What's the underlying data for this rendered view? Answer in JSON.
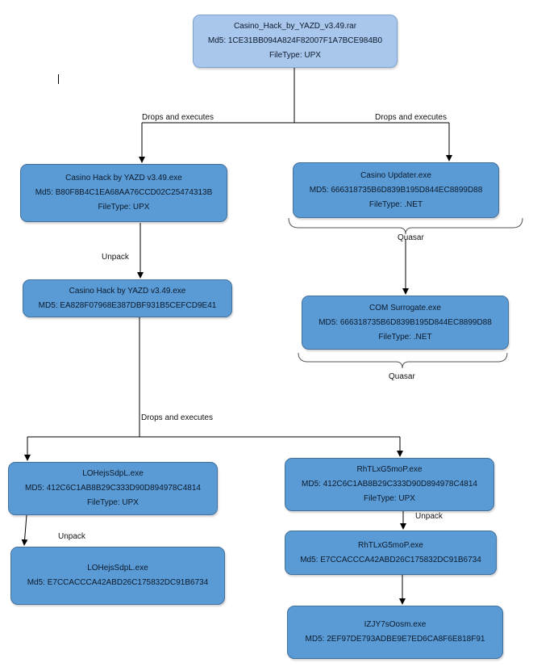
{
  "colors": {
    "root_fill": "#a9c7ec",
    "node_fill": "#5b9bd5",
    "line": "#000000",
    "brace": "#555555"
  },
  "nodes": {
    "root": {
      "name": "Casino_Hack_by_YAZD_v3.49.rar",
      "hash": "Md5: 1CE31BB094A824F82007F1A7BCE984B0",
      "type": "FileType: UPX"
    },
    "casino_exe": {
      "name": "Casino Hack by YAZD v3.49.exe",
      "hash": "Md5: B80F8B4C1EA68AA76CCD02C25474313B",
      "type": "FileType: UPX"
    },
    "casino_unpacked": {
      "name": "Casino Hack by YAZD v3.49.exe",
      "hash": "MD5: EA828F07968E387DBF931B5CEFCD9E41"
    },
    "updater": {
      "name": "Casino Updater.exe",
      "hash": "MD5: 666318735B6D839B195D844EC8899D88",
      "type": "FileType: .NET"
    },
    "surrogate": {
      "name": "COM Surrogate.exe",
      "hash": "MD5: 666318735B6D839B195D844EC8899D88",
      "type": "FileType: .NET"
    },
    "lohejs": {
      "name": "LOHejsSdpL.exe",
      "hash": "MD5: 412C6C1AB8B29C333D90D894978C4814",
      "type": "FileType: UPX"
    },
    "lohejs_unpacked": {
      "name": "LOHejsSdpL.exe",
      "hash": "Md5: E7CCACCCA42ABD26C175832DC91B6734"
    },
    "rhtlx": {
      "name": "RhTLxG5moP.exe",
      "hash": "MD5: 412C6C1AB8B29C333D90D894978C4814",
      "type": "FileType: UPX"
    },
    "rhtlx_unpacked": {
      "name": "RhTLxG5moP.exe",
      "hash": "Md5: E7CCACCCA42ABD26C175832DC91B6734"
    },
    "izjy": {
      "name": "IZJY7sOosm.exe",
      "hash": "MD5: 2EF97DE793ADBE9E7ED6CA8F6E818F91"
    }
  },
  "edges": {
    "drops_left": "Drops and executes",
    "drops_right": "Drops and executes",
    "unpack_casino": "Unpack",
    "quasar_updater": "Quasar",
    "quasar_surrogate": "Quasar",
    "drops_bottom": "Drops and executes",
    "unpack_lohejs": "Unpack",
    "unpack_rhtlx": "Unpack"
  }
}
